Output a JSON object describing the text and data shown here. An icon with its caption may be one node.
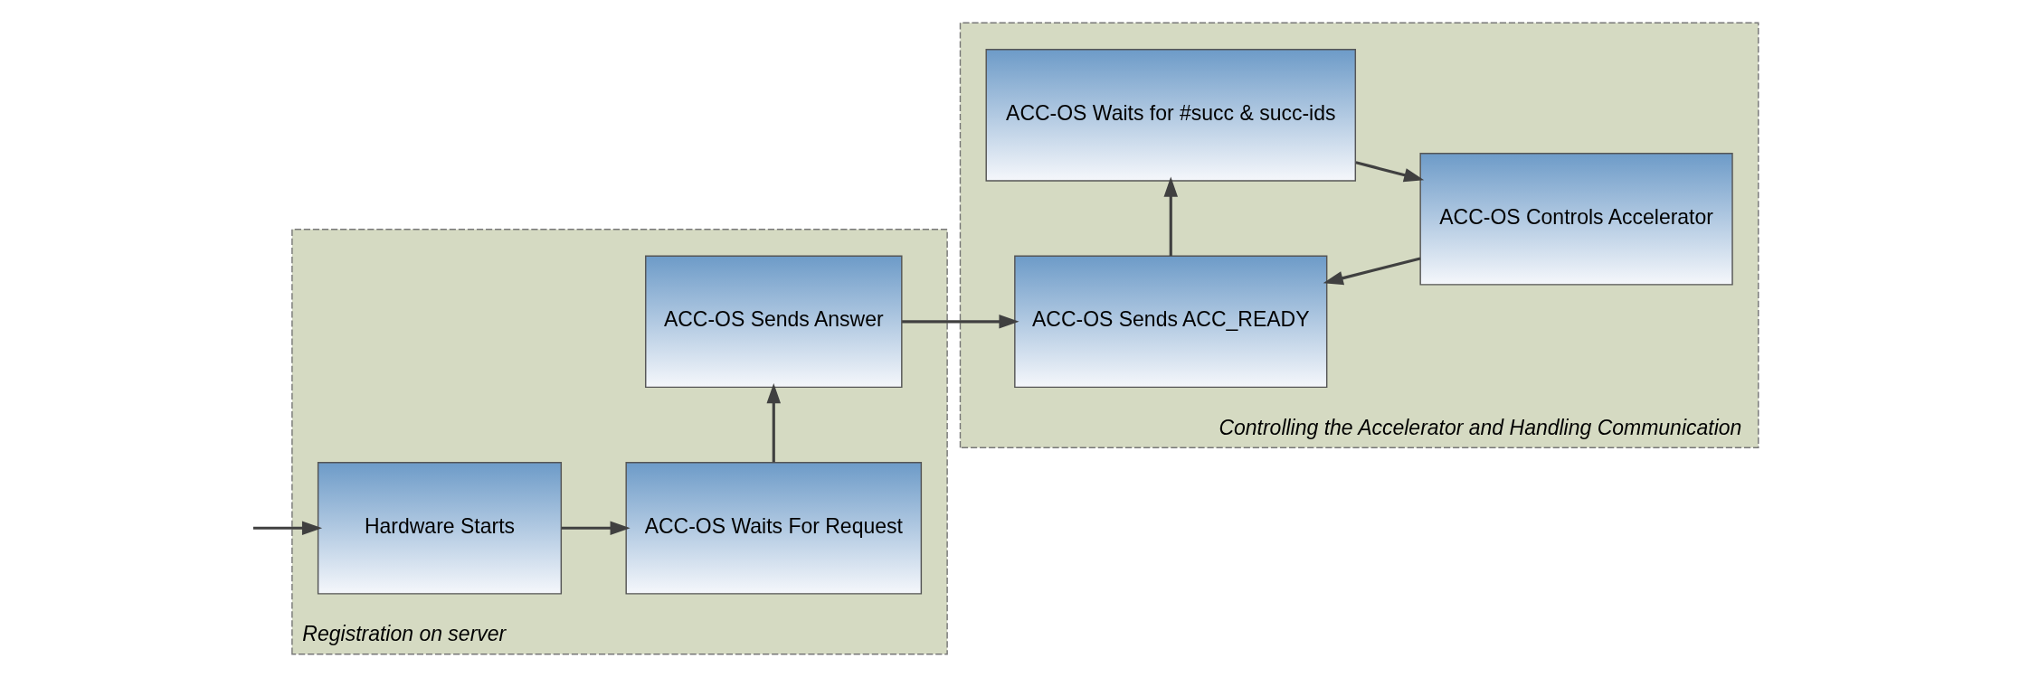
{
  "diagram": {
    "nodes": [
      {
        "text": [
          "Registration on server"
        ]
      },
      {
        "text": [
          "Hardware Starts"
        ],
        "in": 0
      },
      {
        "text": [
          "ACC-OS Waits For Request"
        ],
        "in": 0
      },
      {
        "text": [
          "ACC-OS Sends Answer"
        ],
        "in": 0
      },
      {
        "text": [
          "Controlling the Accelerator and Handling Communication"
        ]
      },
      {
        "text": [
          "ACC-OS Sends ACC_READY"
        ],
        "in": 4
      },
      {
        "text": [
          "ACC-OS Waits for #succ & succ-ids"
        ],
        "in": 4
      },
      {
        "text": [
          "ACC-OS Controls Accelerator"
        ],
        "in": 4
      }
    ],
    "edges": [
      {
        "from": null,
        "to": 1,
        "arrow": "to"
      },
      {
        "from": 1,
        "to": 2,
        "arrow": "to"
      },
      {
        "from": 2,
        "to": 3,
        "arrow": "to"
      },
      {
        "from": 3,
        "to": 5,
        "arrow": "to"
      },
      {
        "from": 5,
        "to": 6,
        "arrow": "to"
      },
      {
        "from": 6,
        "to": 7,
        "arrow": "to"
      },
      {
        "from": 7,
        "to": 5,
        "arrow": "to"
      }
    ]
  }
}
